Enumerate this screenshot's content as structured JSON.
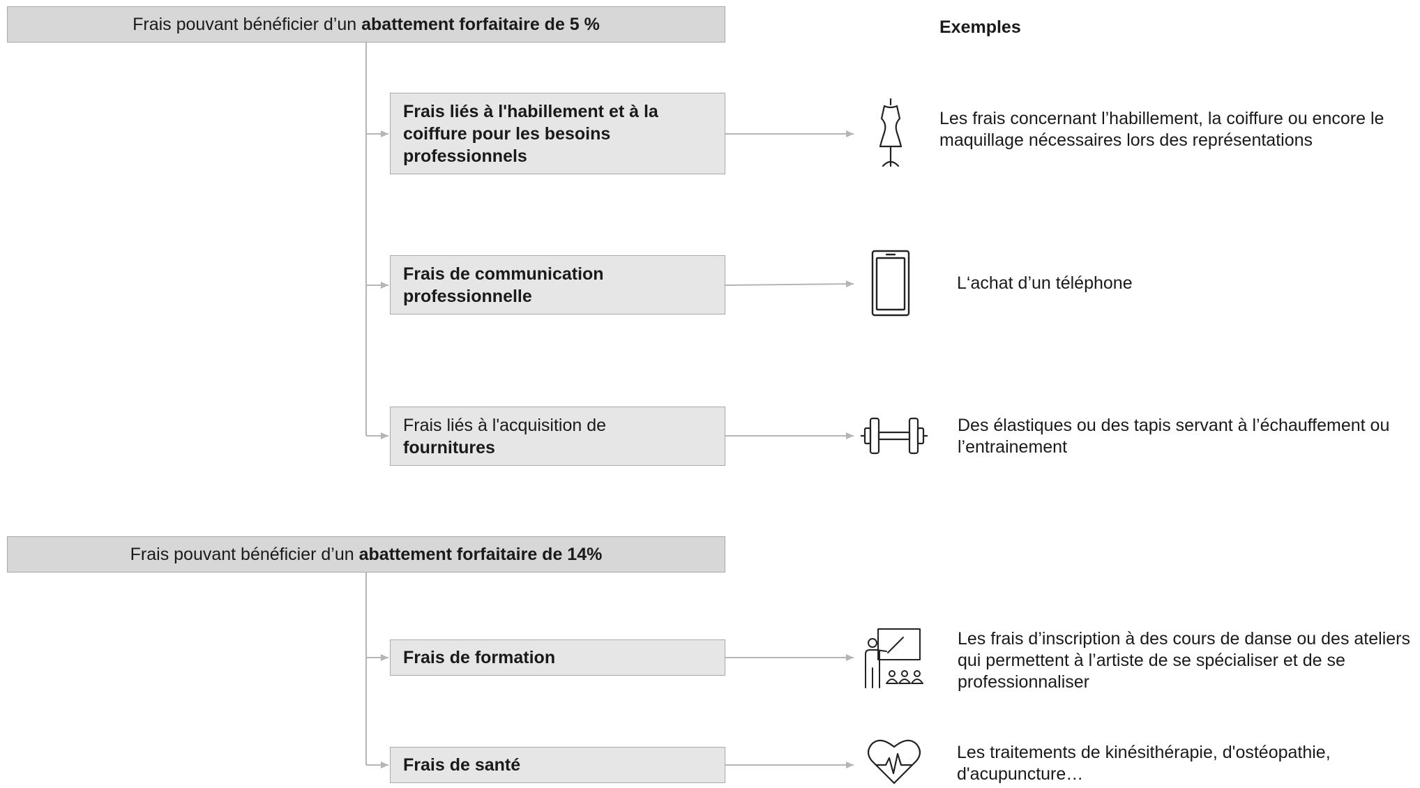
{
  "section1": {
    "header_prefix": "Frais pouvant bénéficier d’un ",
    "header_bold": "abattement forfaitaire de 5 %"
  },
  "examples_title": "Exemples",
  "items1": [
    {
      "bold": "Frais liés à l'habillement et à la coiffure pour les besoins professionnels",
      "icon": "dress-form-icon",
      "example": "Les frais concernant l’habillement, la coiffure ou encore le maquillage nécessaires lors des représentations"
    },
    {
      "bold": "Frais de communication professionnelle",
      "icon": "smartphone-icon",
      "example": "L‘achat d’un téléphone"
    },
    {
      "plain": "Frais liés à l'acquisition de ",
      "bold": "fournitures",
      "icon": "dumbbell-icon",
      "example": "Des élastiques ou des tapis servant à l’échauffement ou l’entrainement"
    }
  ],
  "section2": {
    "header_prefix": "Frais pouvant bénéficier d’un ",
    "header_bold": "abattement forfaitaire de 14%"
  },
  "items2": [
    {
      "bold": "Frais de formation",
      "icon": "teacher-presentation-icon",
      "example": "Les frais d’inscription à des cours de danse ou des ateliers qui permettent à l’artiste de se spécialiser et de se professionnaliser"
    },
    {
      "bold": "Frais de santé",
      "icon": "heart-pulse-icon",
      "example": "Les traitements de kinésithérapie, d'ostéopathie, d'acupuncture…"
    }
  ]
}
